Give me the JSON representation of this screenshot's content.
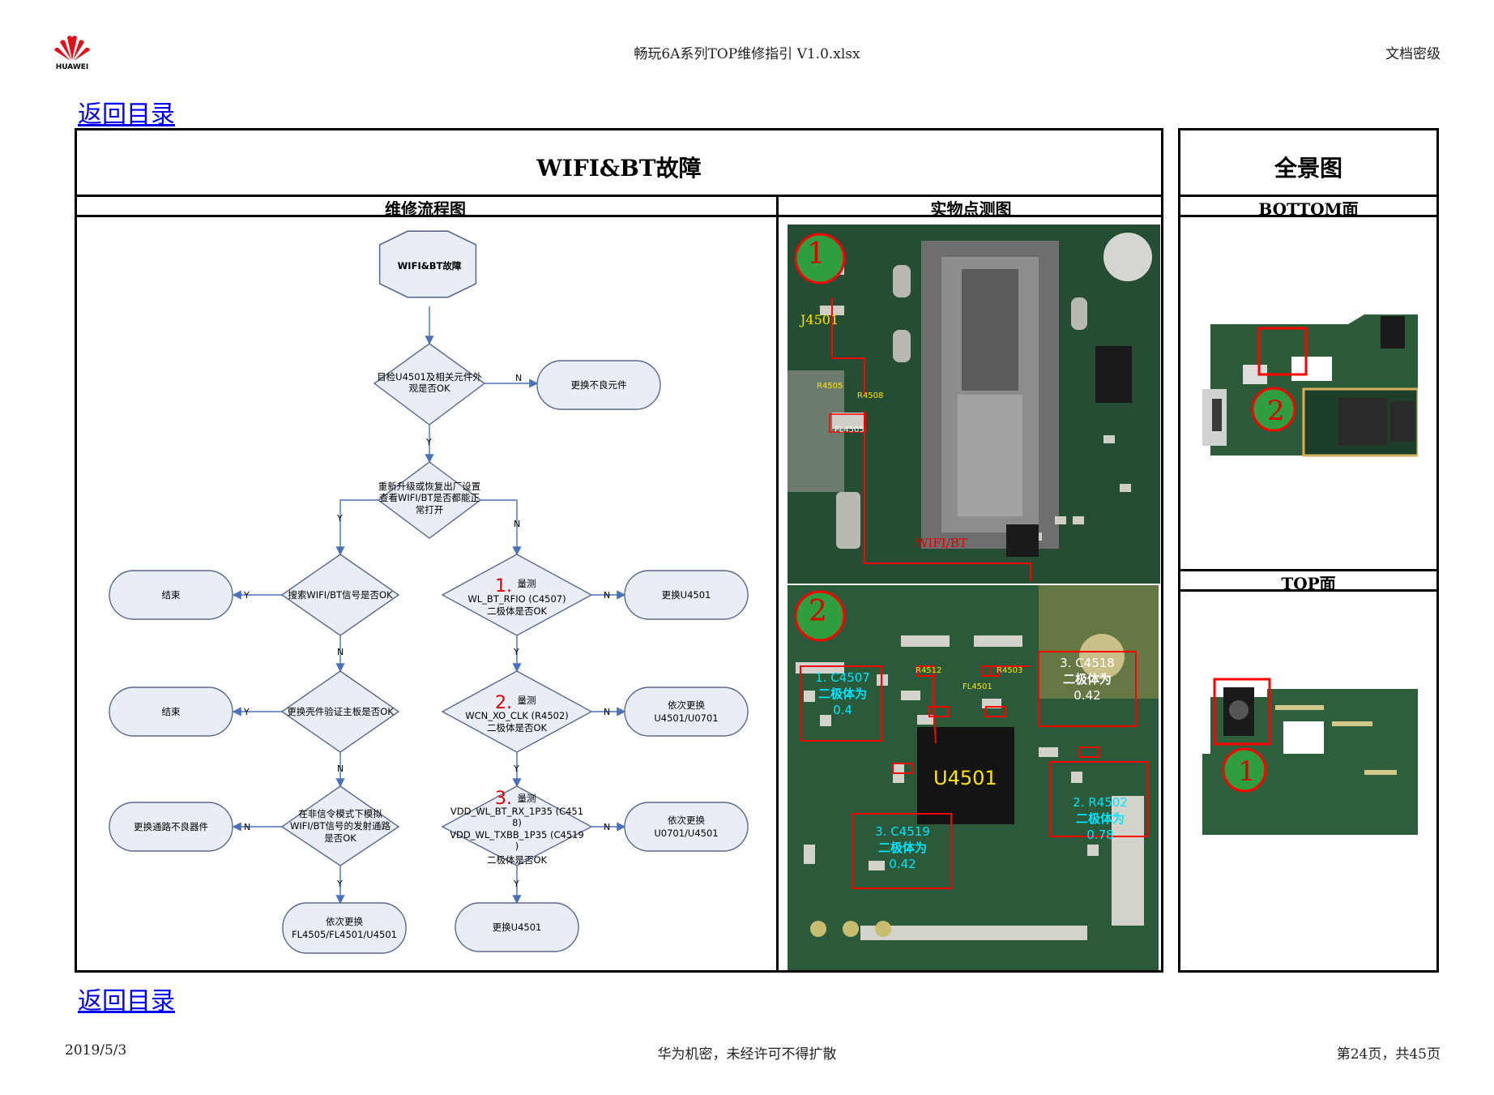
{
  "header": {
    "logo_text": "HUAWEI",
    "file_title": "畅玩6A系列TOP维修指引 V1.0.xlsx",
    "security": "文档密级"
  },
  "back_link_top": "返回目录",
  "back_link_bottom": "返回目录",
  "main_title": "WIFI&BT故障",
  "panorama_title": "全景图",
  "sections": {
    "flow": "维修流程图",
    "photo": "实物点测图",
    "bottom": "BOTTOM面",
    "top": "TOP面"
  },
  "flowchart": {
    "start": "WIFI&BT故障",
    "d1": [
      "目检U4501及相关元件外",
      "观是否OK"
    ],
    "r1": "更换不良元件",
    "d2": [
      "重新升级或恢复出厂设置",
      "查看WIFI/BT是否都能正",
      "常打开"
    ],
    "dl1": "搜索WIFI/BT信号是否OK",
    "end1": "结束",
    "dl2": "更换壳件验证主板是否OK",
    "end2": "结束",
    "dl3": [
      "在非信令模式下模拟",
      "WIFI/BT信号的发射通路",
      "是否OK"
    ],
    "rl3": "更换通路不良器件",
    "el": [
      "依次更换",
      "FL4505/FL4501/U4501"
    ],
    "dr1_num": "1.",
    "dr1": [
      "量测",
      "WL_BT_RFIO (C4507)",
      "二极体是否OK"
    ],
    "rr1": "更换U4501",
    "dr2_num": "2.",
    "dr2": [
      "量测",
      "WCN_XO_CLK (R4502)",
      "二极体是否OK"
    ],
    "rr2": [
      "依次更换",
      "U4501/U0701"
    ],
    "dr3_num": "3.",
    "dr3": [
      "量测",
      "VDD_WL_BT_RX_1P35 (C451",
      "8)",
      "VDD_WL_TXBB_1P35 (C4519",
      ")",
      "二极体是否OK"
    ],
    "rr3": [
      "依次更换",
      "U0701/U4501"
    ],
    "er": "更换U4501",
    "y": "Y",
    "n": "N"
  },
  "photo_labels": {
    "mark1": "1",
    "mark2": "2",
    "j4501": "J4501",
    "r4505": "R4505",
    "r4508": "R4508",
    "fl4505": "FL4505",
    "wifibt": "WIFI/BT",
    "r4512": "R4512",
    "r4503": "R4503",
    "fl4501": "FL4501",
    "u4501": "U4501",
    "c4507": [
      "1. C4507",
      "二极体为",
      "0.4"
    ],
    "c4518": [
      "3. C4518",
      "二极体为",
      "0.42"
    ],
    "c4519": [
      "3. C4519",
      "二极体为",
      "0.42"
    ],
    "r4502": [
      "2. R4502",
      "二极体为",
      "0.78"
    ]
  },
  "footer": {
    "date": "2019/5/3",
    "confidential": "华为机密，未经许可不得扩散",
    "page": "第24页，共45页"
  },
  "colors": {
    "accent_red": "#e00000",
    "link_blue": "#0000ee",
    "flow_fill": "#e8edf6",
    "flow_stroke": "#5a6a8a",
    "arrow": "#4a72b8"
  }
}
